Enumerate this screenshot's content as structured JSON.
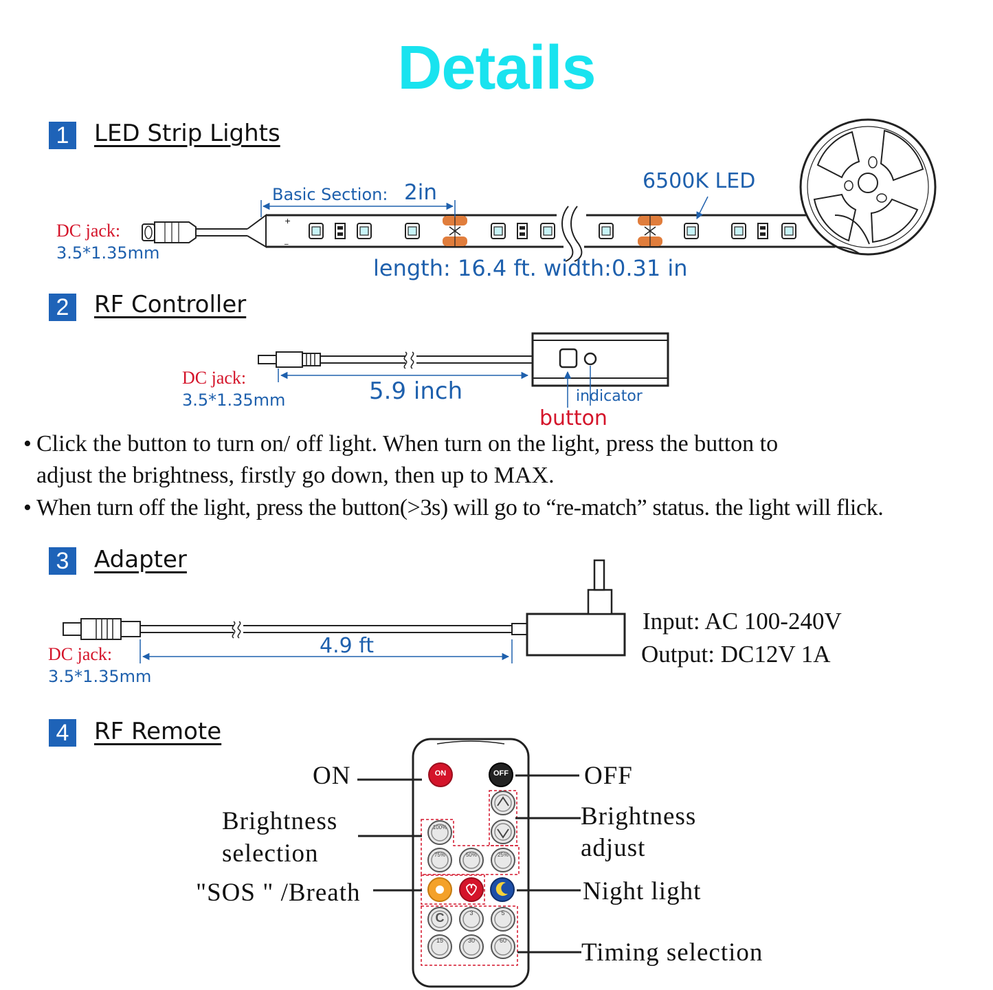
{
  "title": "Details",
  "colors": {
    "title": "#19e3ef",
    "badge": "#1e63b8",
    "label_red": "#d4142a",
    "label_blue": "#1e60ad",
    "led_cyan": "#c8f4f8",
    "pad_orange": "#e07d3c"
  },
  "sections": [
    {
      "number": "1",
      "name": "LED Strip Lights"
    },
    {
      "number": "2",
      "name": "RF Controller"
    },
    {
      "number": "3",
      "name": "Adapter"
    },
    {
      "number": "4",
      "name": "RF Remote"
    }
  ],
  "strip": {
    "dc_jack": "DC jack:",
    "dc_size": "3.5*1.35mm",
    "basic_section_label": "Basic Section:",
    "basic_section_value": "2in",
    "led_type": "6500K LED",
    "dimensions": "length: 16.4 ft. width:0.31 in"
  },
  "controller": {
    "dc_jack": "DC jack:",
    "dc_size": "3.5*1.35mm",
    "cable_length": "5.9 inch",
    "indicator_label": "indicator",
    "button_label": "button"
  },
  "notes": [
    "Click the button to turn on/ off light.  When turn on the light, press the button to",
    "adjust the brightness, firstly go down, then up to  MAX.",
    "When turn off the light, press the button(>3s) will go to “re-match” status. the light will flick."
  ],
  "adapter": {
    "dc_jack": "DC jack:",
    "dc_size": "3.5*1.35mm",
    "cable_length": "4.9 ft",
    "input": "Input: AC 100-240V",
    "output": "Output: DC12V 1A"
  },
  "remote": {
    "labels": {
      "on": "ON",
      "off": "OFF",
      "brightness_selection_1": "Brightness",
      "brightness_selection_2": "selection",
      "brightness_adjust_1": "Brightness",
      "brightness_adjust_2": "adjust",
      "sos_breath": "\"SOS \" /Breath",
      "night_light": "Night light",
      "timing_selection": "Timing selection"
    },
    "buttons": {
      "on": "ON",
      "off": "OFF",
      "b100": "100%",
      "b75": "75%",
      "b50": "50%",
      "b25": "25%",
      "t_c": "C",
      "t3": "3",
      "t5": "5",
      "t15": "15",
      "t30": "30",
      "t60": "60"
    }
  }
}
